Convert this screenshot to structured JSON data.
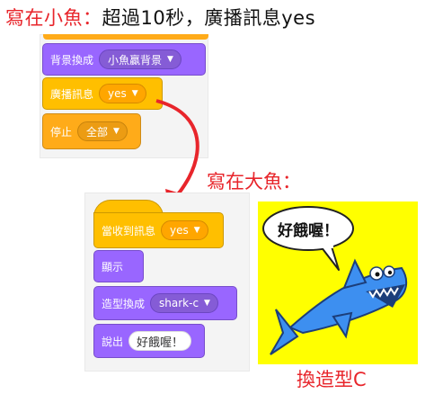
{
  "heading": {
    "red_part": "寫在小魚：",
    "black_part": "超過10秒，廣播訊息yes"
  },
  "small_fish_script": {
    "switch_backdrop": {
      "label": "背景換成",
      "value": "小魚贏背景"
    },
    "broadcast": {
      "label": "廣播訊息",
      "value": "yes"
    },
    "stop": {
      "label": "停止",
      "value": "全部"
    }
  },
  "big_fish_heading": "寫在大魚：",
  "big_fish_script": {
    "when_receive": {
      "label": "當收到訊息",
      "value": "yes"
    },
    "show": {
      "label": "顯示"
    },
    "switch_costume": {
      "label": "造型換成",
      "value": "shark-c"
    },
    "say": {
      "label": "說出",
      "value": "好餓喔！"
    }
  },
  "stage": {
    "speech_text": "好餓喔！",
    "background_color": "#ffff00",
    "shark_color": "#3d8ff0"
  },
  "stage_caption": "換造型C",
  "colors": {
    "looks": "#9966ff",
    "events": "#ffbf00",
    "control": "#ffab19",
    "arrow": "#e8252b"
  },
  "icons": {
    "dropdown": "chevron-down-icon",
    "arrow": "curved-arrow-icon"
  }
}
